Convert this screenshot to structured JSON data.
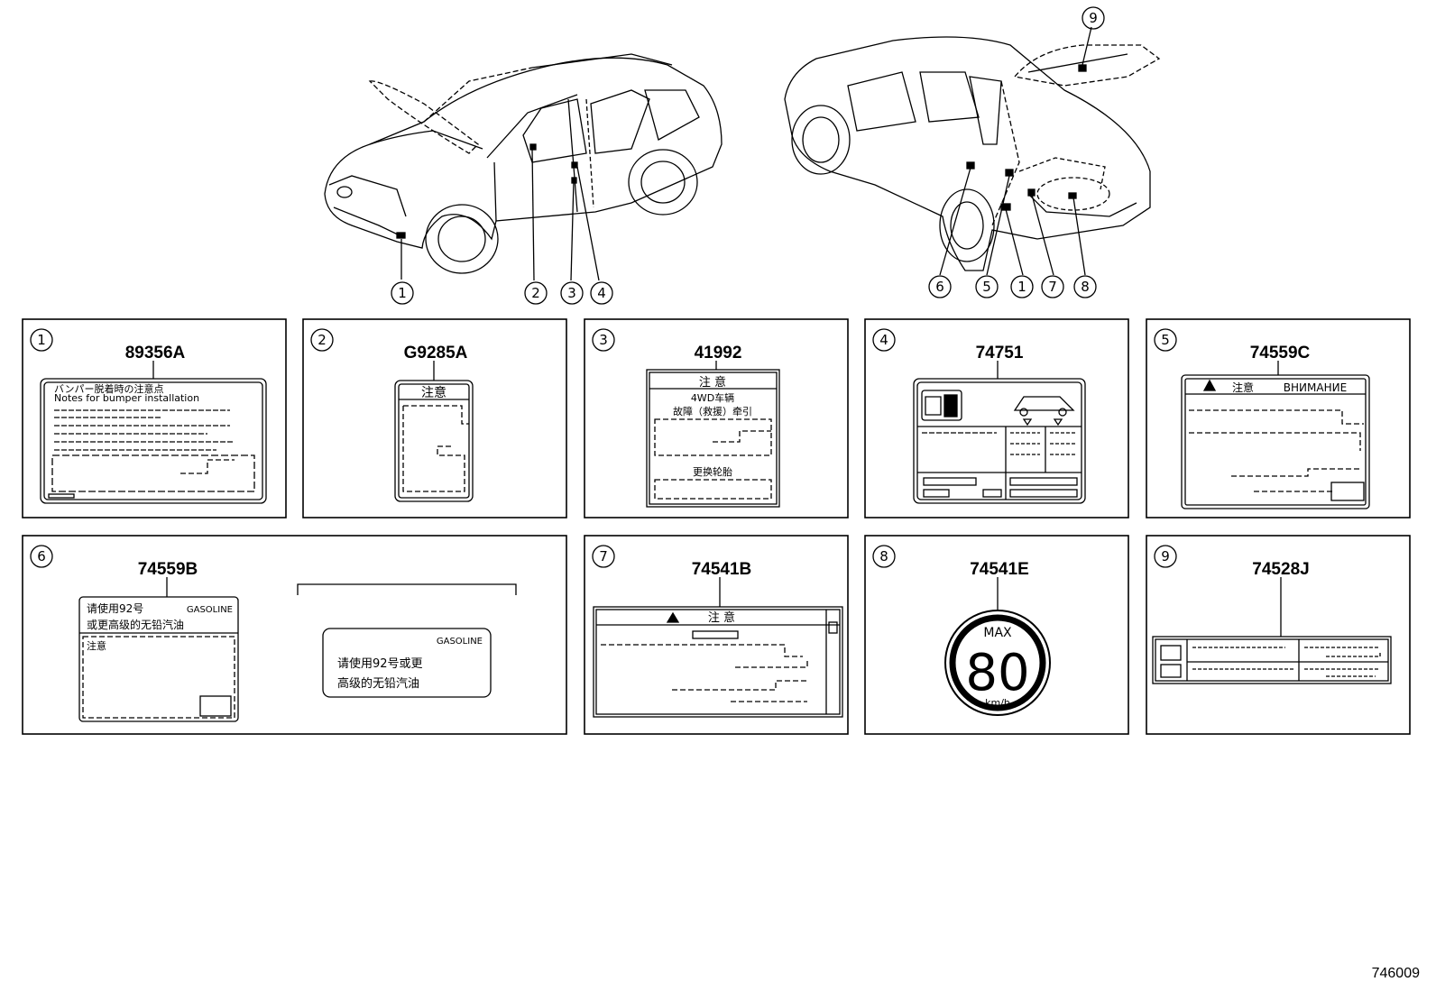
{
  "callouts": {
    "front": [
      "1",
      "2",
      "3",
      "4"
    ],
    "rear": [
      "9",
      "6",
      "5",
      "1",
      "7",
      "8"
    ]
  },
  "panels": [
    {
      "id": "1",
      "part_number": "89356A"
    },
    {
      "id": "2",
      "part_number": "G9285A"
    },
    {
      "id": "3",
      "part_number": "41992"
    },
    {
      "id": "4",
      "part_number": "74751"
    },
    {
      "id": "5",
      "part_number": "74559C"
    },
    {
      "id": "6",
      "part_number": "74559B"
    },
    {
      "id": "7",
      "part_number": "74541B"
    },
    {
      "id": "8",
      "part_number": "74541E"
    },
    {
      "id": "9",
      "part_number": "74528J"
    }
  ],
  "labels": {
    "l1_line1": "バンパー脱着時の注意点",
    "l1_line2": "Notes for bumper installation",
    "l2_title": "注意",
    "l3_title": "注 意",
    "l3_line1": "4WD车辆",
    "l3_line2": "故障（救援）牵引",
    "l3_line3": "更换轮胎",
    "l5_caution": "注意",
    "l5_russian": "ВНИМАНИЕ",
    "l6_line1": "请使用92号",
    "l6_gasoline": "GASOLINE",
    "l6_line2": "或更高级的无铅汽油",
    "l6_caution": "注意",
    "l6b_gasoline": "GASOLINE",
    "l6b_line1": "请使用92号或更",
    "l6b_line2": "高级的无铅汽油",
    "l7_title": "注 意",
    "l8_max": "MAX",
    "l8_speed": "80",
    "l8_unit": "km/h"
  },
  "figure_id": "746009"
}
